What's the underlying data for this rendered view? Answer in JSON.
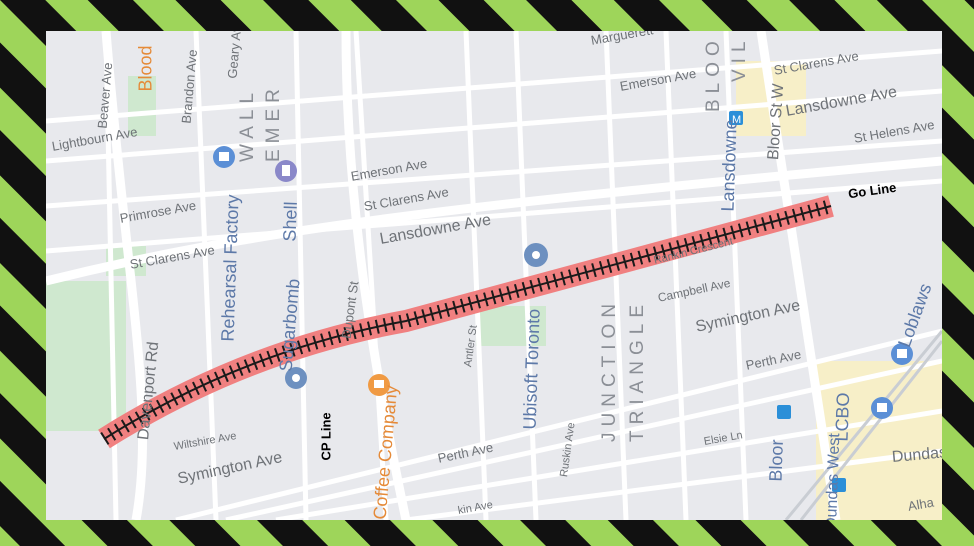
{
  "annotations": {
    "go_line": "Go Line",
    "cp_line": "CP Line"
  },
  "streets": {
    "marguerite": "Marguerett",
    "emerson_ne": "Emerson Ave",
    "st_clarens_ne": "St Clarens Ave",
    "lansdowne_ne": "Lansdowne Ave",
    "st_helens": "St Helens Ave",
    "lightbourn": "Lightbourn Ave",
    "beaver": "Beaver Ave",
    "brandon": "Brandon Ave",
    "geary": "Geary Av",
    "emerson_mid": "Emerson Ave",
    "st_clarens_mid": "St Clarens Ave",
    "lansdowne_mid": "Lansdowne Ave",
    "primrose": "Primrose Ave",
    "st_clarens_w": "St Clarens Ave",
    "rankin": "Rankin Crescent",
    "campbell": "Campbell Ave",
    "symington_e": "Symington Ave",
    "perth_e": "Perth Ave",
    "antler": "Antler St",
    "dupont": "Dupont St",
    "wiltshire": "Wiltshire Ave",
    "symington_w": "Symington Ave",
    "perth_w": "Perth Ave",
    "ruskin": "Ruskin Ave",
    "elsie": "Elsie Ln",
    "kin": "kin Ave",
    "dundas": "Dundas",
    "alha": "Alha",
    "davenport": "Davenport Rd",
    "bloor_st_w": "Bloor St W"
  },
  "pois": {
    "blood": "Blood",
    "rehearsal": "Rehearsal Factory",
    "shell": "Shell",
    "sugarbomb": "Sugarbomb",
    "ubisoft": "Ubisoft Toronto",
    "coffee": "Coffee Company",
    "lansdowne_stn": "Lansdowne",
    "bloor_stn": "Bloor",
    "loblaws": "Loblaws",
    "lcbo": "LCBO",
    "dundas_west": "Dundas West"
  },
  "districts": {
    "wallace": "WALL",
    "emerson": "EMER",
    "junction": "JUNCTION",
    "triangle": "TRIANGLE",
    "bloor_vil": "BLOO",
    "vil": "VIL"
  },
  "colors": {
    "rail_highlight": "#f07a7a",
    "border_green": "#9ed55a",
    "border_black": "#111111",
    "map_bg": "#e8e9ed",
    "park": "#c9e8c9",
    "poi_blue": "#5b8fd6",
    "poi_orange": "#f09a43"
  }
}
